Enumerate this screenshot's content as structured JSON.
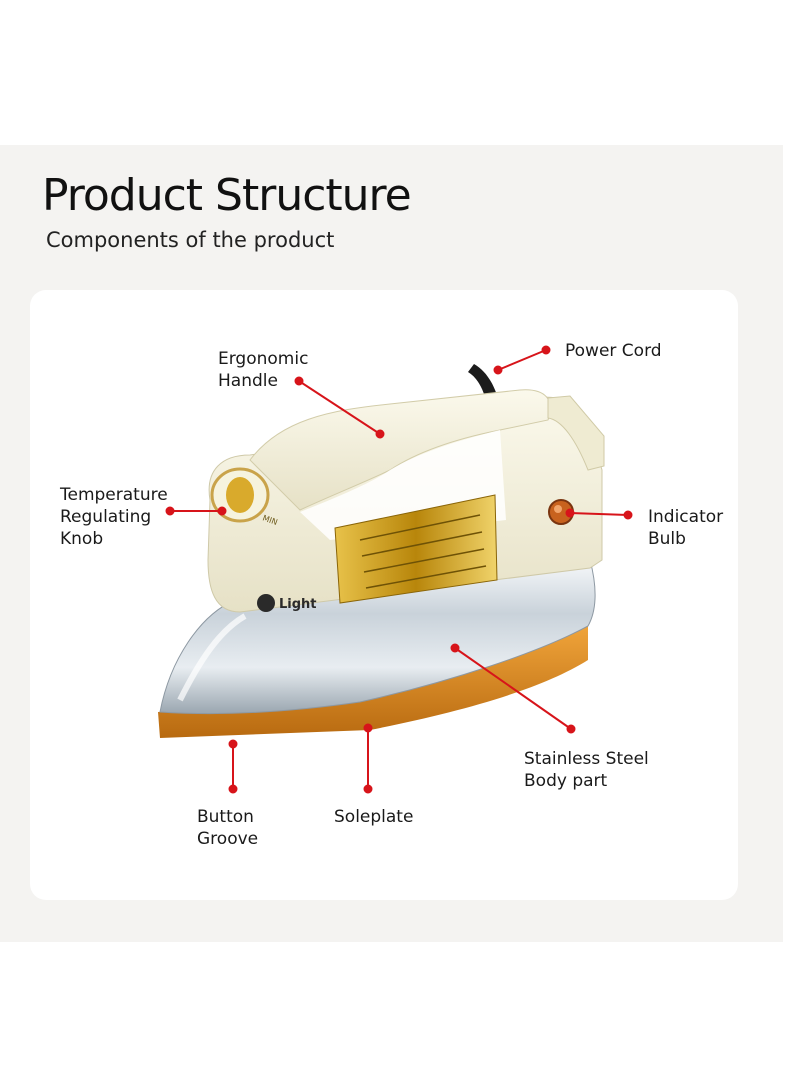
{
  "header": {
    "title": "Product Structure",
    "subtitle": "Components of the product"
  },
  "product": {
    "brand_text": "Light",
    "dial_text": "MIN"
  },
  "callouts": {
    "ergonomic_handle": "Ergonomic\nHandle",
    "power_cord": "Power Cord",
    "temperature_knob": "Temperature\nRegulating\nKnob",
    "indicator_bulb": "Indicator\nBulb",
    "stainless_body": "Stainless Steel\nBody part",
    "button_groove": "Button\nGroove",
    "soleplate": "Soleplate"
  },
  "colors": {
    "accent_red": "#d7141a",
    "panel_bg": "#f4f3f1",
    "iron_body": "#f2efd9",
    "gold": "#c99a1c",
    "soleplate": "#d98a1f"
  }
}
